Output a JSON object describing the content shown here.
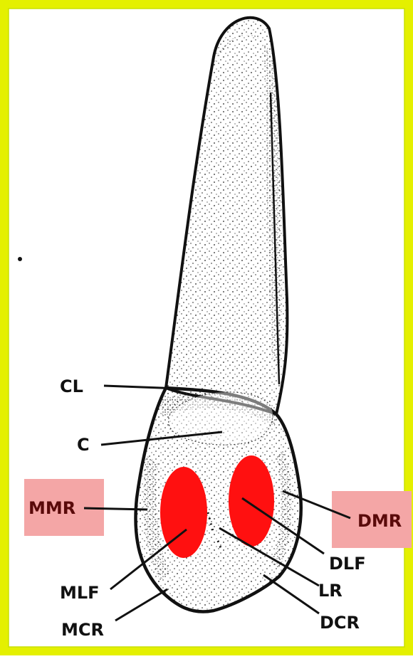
{
  "colors": {
    "border": "#e4f000",
    "border_inner": "#c8e000",
    "highlight_box": "#f4a6a6",
    "fossa_fill": "#ff1010",
    "ink": "#111111"
  },
  "labels": {
    "cl": "CL",
    "c": "C",
    "mmr": "MMR",
    "dmr": "DMR",
    "dlf": "DLF",
    "mlf": "MLF",
    "lr": "LR",
    "mcr": "MCR",
    "dcr": "DCR"
  },
  "highlighted_labels": [
    "MMR",
    "DMR"
  ]
}
